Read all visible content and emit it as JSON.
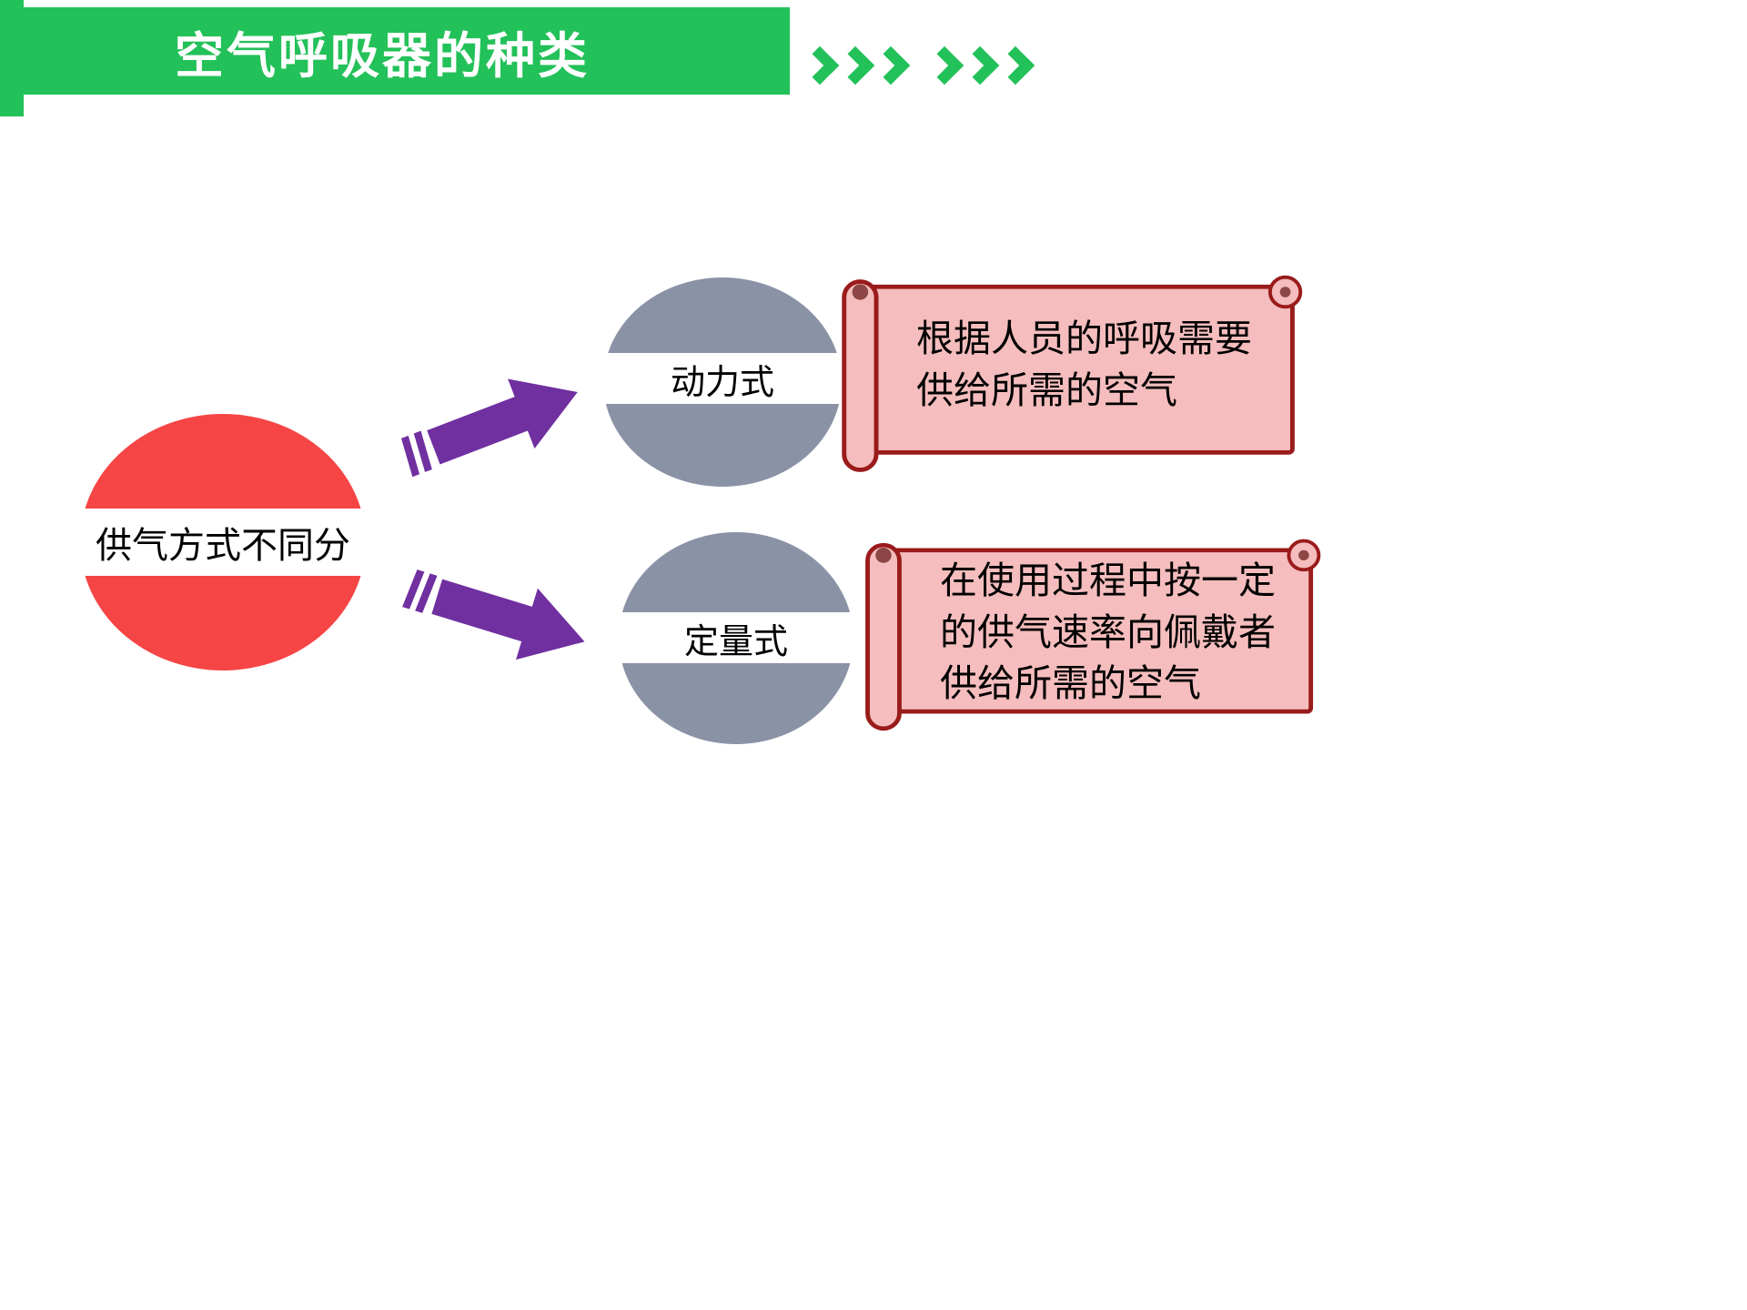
{
  "header": {
    "title": "空气呼吸器的种类",
    "chevrons": {
      "icon": "chevron-right",
      "count": 6
    }
  },
  "diagram": {
    "root": {
      "label": "供气方式不同分"
    },
    "branches": [
      {
        "node": "动力式",
        "desc": "根据人员的呼吸需要\n供给所需的空气"
      },
      {
        "node": "定量式",
        "desc": "在使用过程中按一定\n的供气速率向佩戴者\n供给所需的空气"
      }
    ]
  },
  "colors": {
    "green": "#23C159",
    "red": "#F64545",
    "slate": "#8A93A6",
    "purple": "#7030A0",
    "scroll-fill": "#F5BDBD",
    "scroll-border": "#9A1B1B",
    "scroll-curl": "#8D4646",
    "band": "#FFFFFF",
    "text": "#000000",
    "title-text": "#FFFFFF",
    "background": "#FFFFFF"
  }
}
